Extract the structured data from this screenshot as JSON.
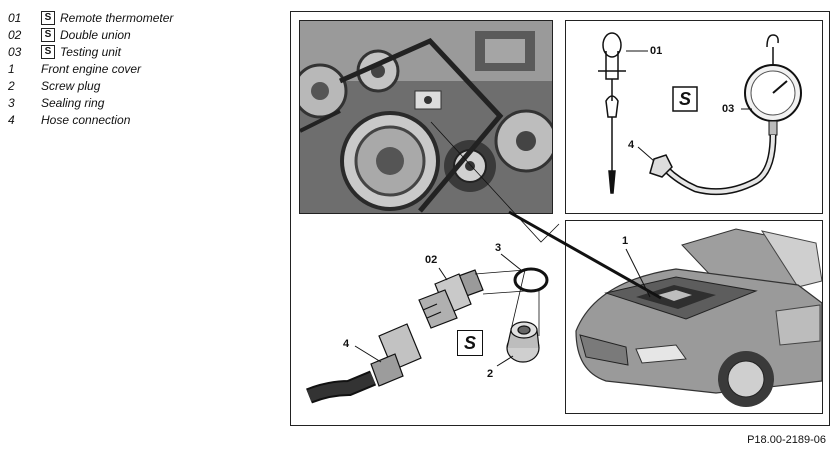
{
  "legend": [
    {
      "code": "01",
      "tool": true,
      "label": "Remote thermometer"
    },
    {
      "code": "02",
      "tool": true,
      "label": "Double union"
    },
    {
      "code": "03",
      "tool": true,
      "label": "Testing unit"
    },
    {
      "code": "1",
      "tool": false,
      "label": "Front engine cover"
    },
    {
      "code": "2",
      "tool": false,
      "label": "Screw plug"
    },
    {
      "code": "3",
      "tool": false,
      "label": "Sealing ring"
    },
    {
      "code": "4",
      "tool": false,
      "label": "Hose connection"
    }
  ],
  "callouts": {
    "c01": "01",
    "c03": "03",
    "c4a": "4",
    "c1": "1",
    "c02": "02",
    "c3": "3",
    "c4b": "4",
    "c2": "2"
  },
  "tool_symbol": "S",
  "figure_ref": "P18.00-2189-06",
  "colors": {
    "frame": "#222222",
    "photo_dark": "#2a2a2a",
    "photo_mid": "#8a8a8a",
    "photo_light": "#d6d6d6"
  }
}
